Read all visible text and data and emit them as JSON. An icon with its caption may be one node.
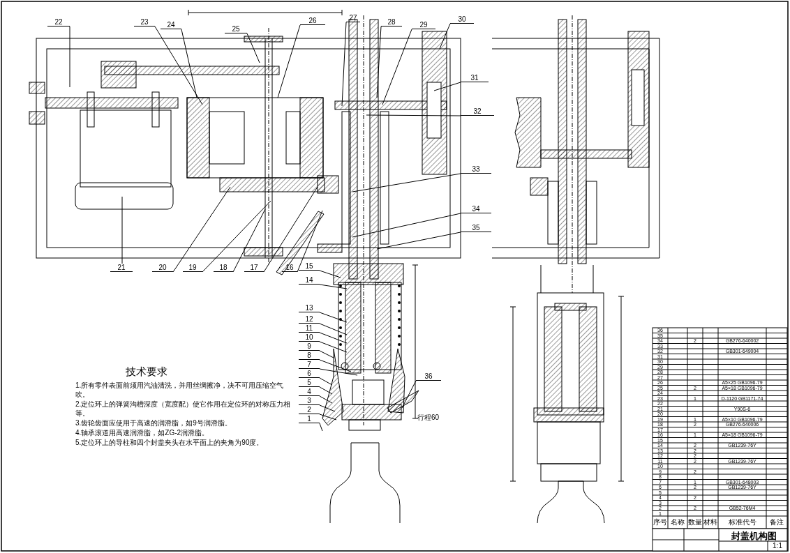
{
  "diagram": {
    "title": "封盖机构图",
    "nodes": [
      {
        "text": [
          "22"
        ]
      },
      {
        "text": [
          "23"
        ]
      },
      {
        "text": [
          "24"
        ]
      },
      {
        "text": [
          "25"
        ]
      },
      {
        "text": [
          "26"
        ]
      },
      {
        "text": [
          "27"
        ]
      },
      {
        "text": [
          "28"
        ]
      },
      {
        "text": [
          "29"
        ]
      },
      {
        "text": [
          "30"
        ]
      },
      {
        "text": [
          "31"
        ]
      },
      {
        "text": [
          "32"
        ]
      },
      {
        "text": [
          "33"
        ]
      },
      {
        "text": [
          "34"
        ]
      },
      {
        "text": [
          "35"
        ]
      },
      {
        "text": [
          "15"
        ]
      },
      {
        "text": [
          "14"
        ]
      },
      {
        "text": [
          "13"
        ]
      },
      {
        "text": [
          "12"
        ]
      },
      {
        "text": [
          "11"
        ]
      },
      {
        "text": [
          "10"
        ]
      },
      {
        "text": [
          "9"
        ]
      },
      {
        "text": [
          "8"
        ]
      },
      {
        "text": [
          "7"
        ]
      },
      {
        "text": [
          "6"
        ]
      },
      {
        "text": [
          "5"
        ]
      },
      {
        "text": [
          "4"
        ]
      },
      {
        "text": [
          "3"
        ]
      },
      {
        "text": [
          "2"
        ]
      },
      {
        "text": [
          "1"
        ]
      },
      {
        "text": [
          "36"
        ]
      },
      {
        "text": [
          "21"
        ]
      },
      {
        "text": [
          "20"
        ]
      },
      {
        "text": [
          "19"
        ]
      },
      {
        "text": [
          "18"
        ]
      },
      {
        "text": [
          "17"
        ]
      },
      {
        "text": [
          "16"
        ]
      }
    ],
    "edges": [
      {
        "from": 0,
        "to": null,
        "arrow": "none"
      },
      {
        "from": 1,
        "to": null,
        "arrow": "none"
      },
      {
        "from": 2,
        "to": null,
        "arrow": "none"
      },
      {
        "from": 3,
        "to": null,
        "arrow": "none"
      },
      {
        "from": 4,
        "to": null,
        "arrow": "none"
      },
      {
        "from": 5,
        "to": null,
        "arrow": "none"
      },
      {
        "from": 6,
        "to": null,
        "arrow": "none"
      },
      {
        "from": 7,
        "to": null,
        "arrow": "none"
      },
      {
        "from": 8,
        "to": null,
        "arrow": "none"
      },
      {
        "from": 9,
        "to": null,
        "arrow": "none"
      },
      {
        "from": 10,
        "to": null,
        "arrow": "none"
      },
      {
        "from": 11,
        "to": null,
        "arrow": "none"
      },
      {
        "from": 12,
        "to": null,
        "arrow": "none"
      },
      {
        "from": 13,
        "to": null,
        "arrow": "none"
      },
      {
        "from": 14,
        "to": null,
        "arrow": "none"
      },
      {
        "from": 15,
        "to": null,
        "arrow": "none"
      },
      {
        "from": 16,
        "to": null,
        "arrow": "none"
      },
      {
        "from": 17,
        "to": null,
        "arrow": "none"
      },
      {
        "from": 18,
        "to": null,
        "arrow": "none"
      },
      {
        "from": 19,
        "to": null,
        "arrow": "none"
      },
      {
        "from": 20,
        "to": null,
        "arrow": "none"
      },
      {
        "from": 21,
        "to": null,
        "arrow": "none"
      },
      {
        "from": 22,
        "to": null,
        "arrow": "none"
      },
      {
        "from": 23,
        "to": null,
        "arrow": "none"
      },
      {
        "from": 24,
        "to": null,
        "arrow": "none"
      },
      {
        "from": 25,
        "to": null,
        "arrow": "none"
      },
      {
        "from": 26,
        "to": null,
        "arrow": "none"
      },
      {
        "from": 27,
        "to": null,
        "arrow": "none"
      },
      {
        "from": 28,
        "to": null,
        "arrow": "none"
      },
      {
        "from": 29,
        "to": null,
        "arrow": "none"
      },
      {
        "from": 30,
        "to": null,
        "arrow": "none"
      },
      {
        "from": 31,
        "to": null,
        "arrow": "none"
      },
      {
        "from": 32,
        "to": null,
        "arrow": "none"
      },
      {
        "from": 33,
        "to": null,
        "arrow": "none"
      },
      {
        "from": 34,
        "to": null,
        "arrow": "none"
      },
      {
        "from": 35,
        "to": null,
        "arrow": "none"
      }
    ],
    "labels": [
      "技术要求",
      "1.所有零件表面前须用汽油清洗，并用丝绸擦净，决不可用压缩空气吹。",
      "2.定位环上的弹簧沟槽深度（宽度配）使它作用在定位环的对称压力相等。",
      "3.齿轮齿面应使用于高速的润滑脂，如9号润滑脂。",
      "4.轴承滚道用高速润滑脂，如ZG-2润滑脂。",
      "5.定位环上的导柱和四个封盖夹头在水平面上的夹角为90度。",
      "行程60",
      "36",
      "35",
      "34",
      "2",
      "GB276-640002",
      "33",
      "32",
      "GB301-649004",
      "31",
      "30",
      "29",
      "28",
      "27",
      "26",
      "A5×25 GB1096-79",
      "25",
      "2",
      "A5×18 GB1096-79",
      "24",
      "23",
      "1",
      "D-1120 GB1171-74",
      "22",
      "21",
      "Y90S-6",
      "20",
      "19",
      "1",
      "A5×10 GB1096-79",
      "18",
      "2",
      "GB276-640006",
      "17",
      "16",
      "1",
      "A5×18 GB1096-79",
      "15",
      "14",
      "2",
      "GB1239-76Y",
      "13",
      "2",
      "12",
      "2",
      "11",
      "2",
      "GB1239-76Y",
      "10",
      "9",
      "2",
      "8",
      "7",
      "1",
      "GB301-648003",
      "6",
      "2",
      "GB1239-76Y",
      "5",
      "4",
      "2",
      "3",
      "2",
      "2",
      "GB52-76M4",
      "1",
      "序号",
      "名称",
      "数量",
      "材料",
      "标准代号",
      "备注",
      "1:1"
    ]
  }
}
